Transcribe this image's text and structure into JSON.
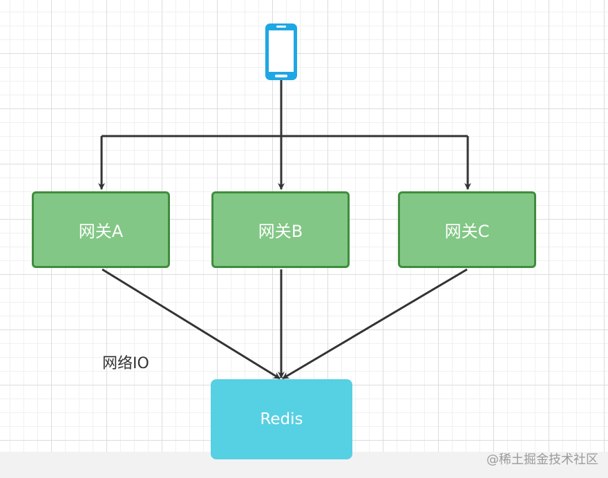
{
  "diagram": {
    "client": {
      "icon": "mobile-phone-icon"
    },
    "gateways": [
      {
        "label": "网关A"
      },
      {
        "label": "网关B"
      },
      {
        "label": "网关C"
      }
    ],
    "redis": {
      "label": "Redis"
    },
    "io_label": "网络IO"
  },
  "watermark": "@稀土掘金技术社区",
  "colors": {
    "gateway_fill": "#82c785",
    "gateway_border": "#3f8c3c",
    "redis_fill": "#56d0e3",
    "phone": "#1ea7e4",
    "connector": "#333333"
  }
}
